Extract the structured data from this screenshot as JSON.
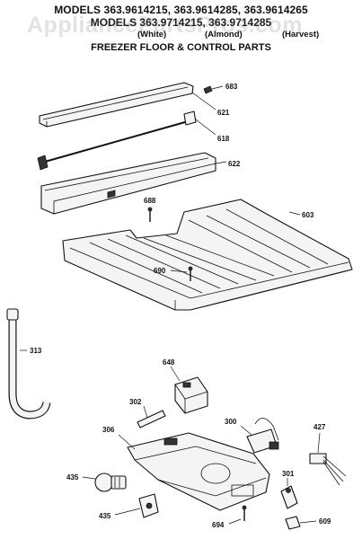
{
  "header": {
    "line1": "MODELS 363.9614215, 363.9614285, 363.9614265",
    "line2": "MODELS 363.9714215, 363.9714285",
    "finishes": [
      "(White)",
      "(Almond)",
      "(Harvest)"
    ],
    "title": "FREEZER FLOOR & CONTROL PARTS"
  },
  "watermark": "AppliancePartsPros.com",
  "part_labels": {
    "p683": "683",
    "p621": "621",
    "p618": "618",
    "p622": "622",
    "p688": "688",
    "p603": "603",
    "p690": "690",
    "p313": "313",
    "p648": "648",
    "p302": "302",
    "p306": "306",
    "p300": "300",
    "p427": "427",
    "p435a": "435",
    "p435b": "435",
    "p301": "301",
    "p694": "694",
    "p609": "609"
  }
}
